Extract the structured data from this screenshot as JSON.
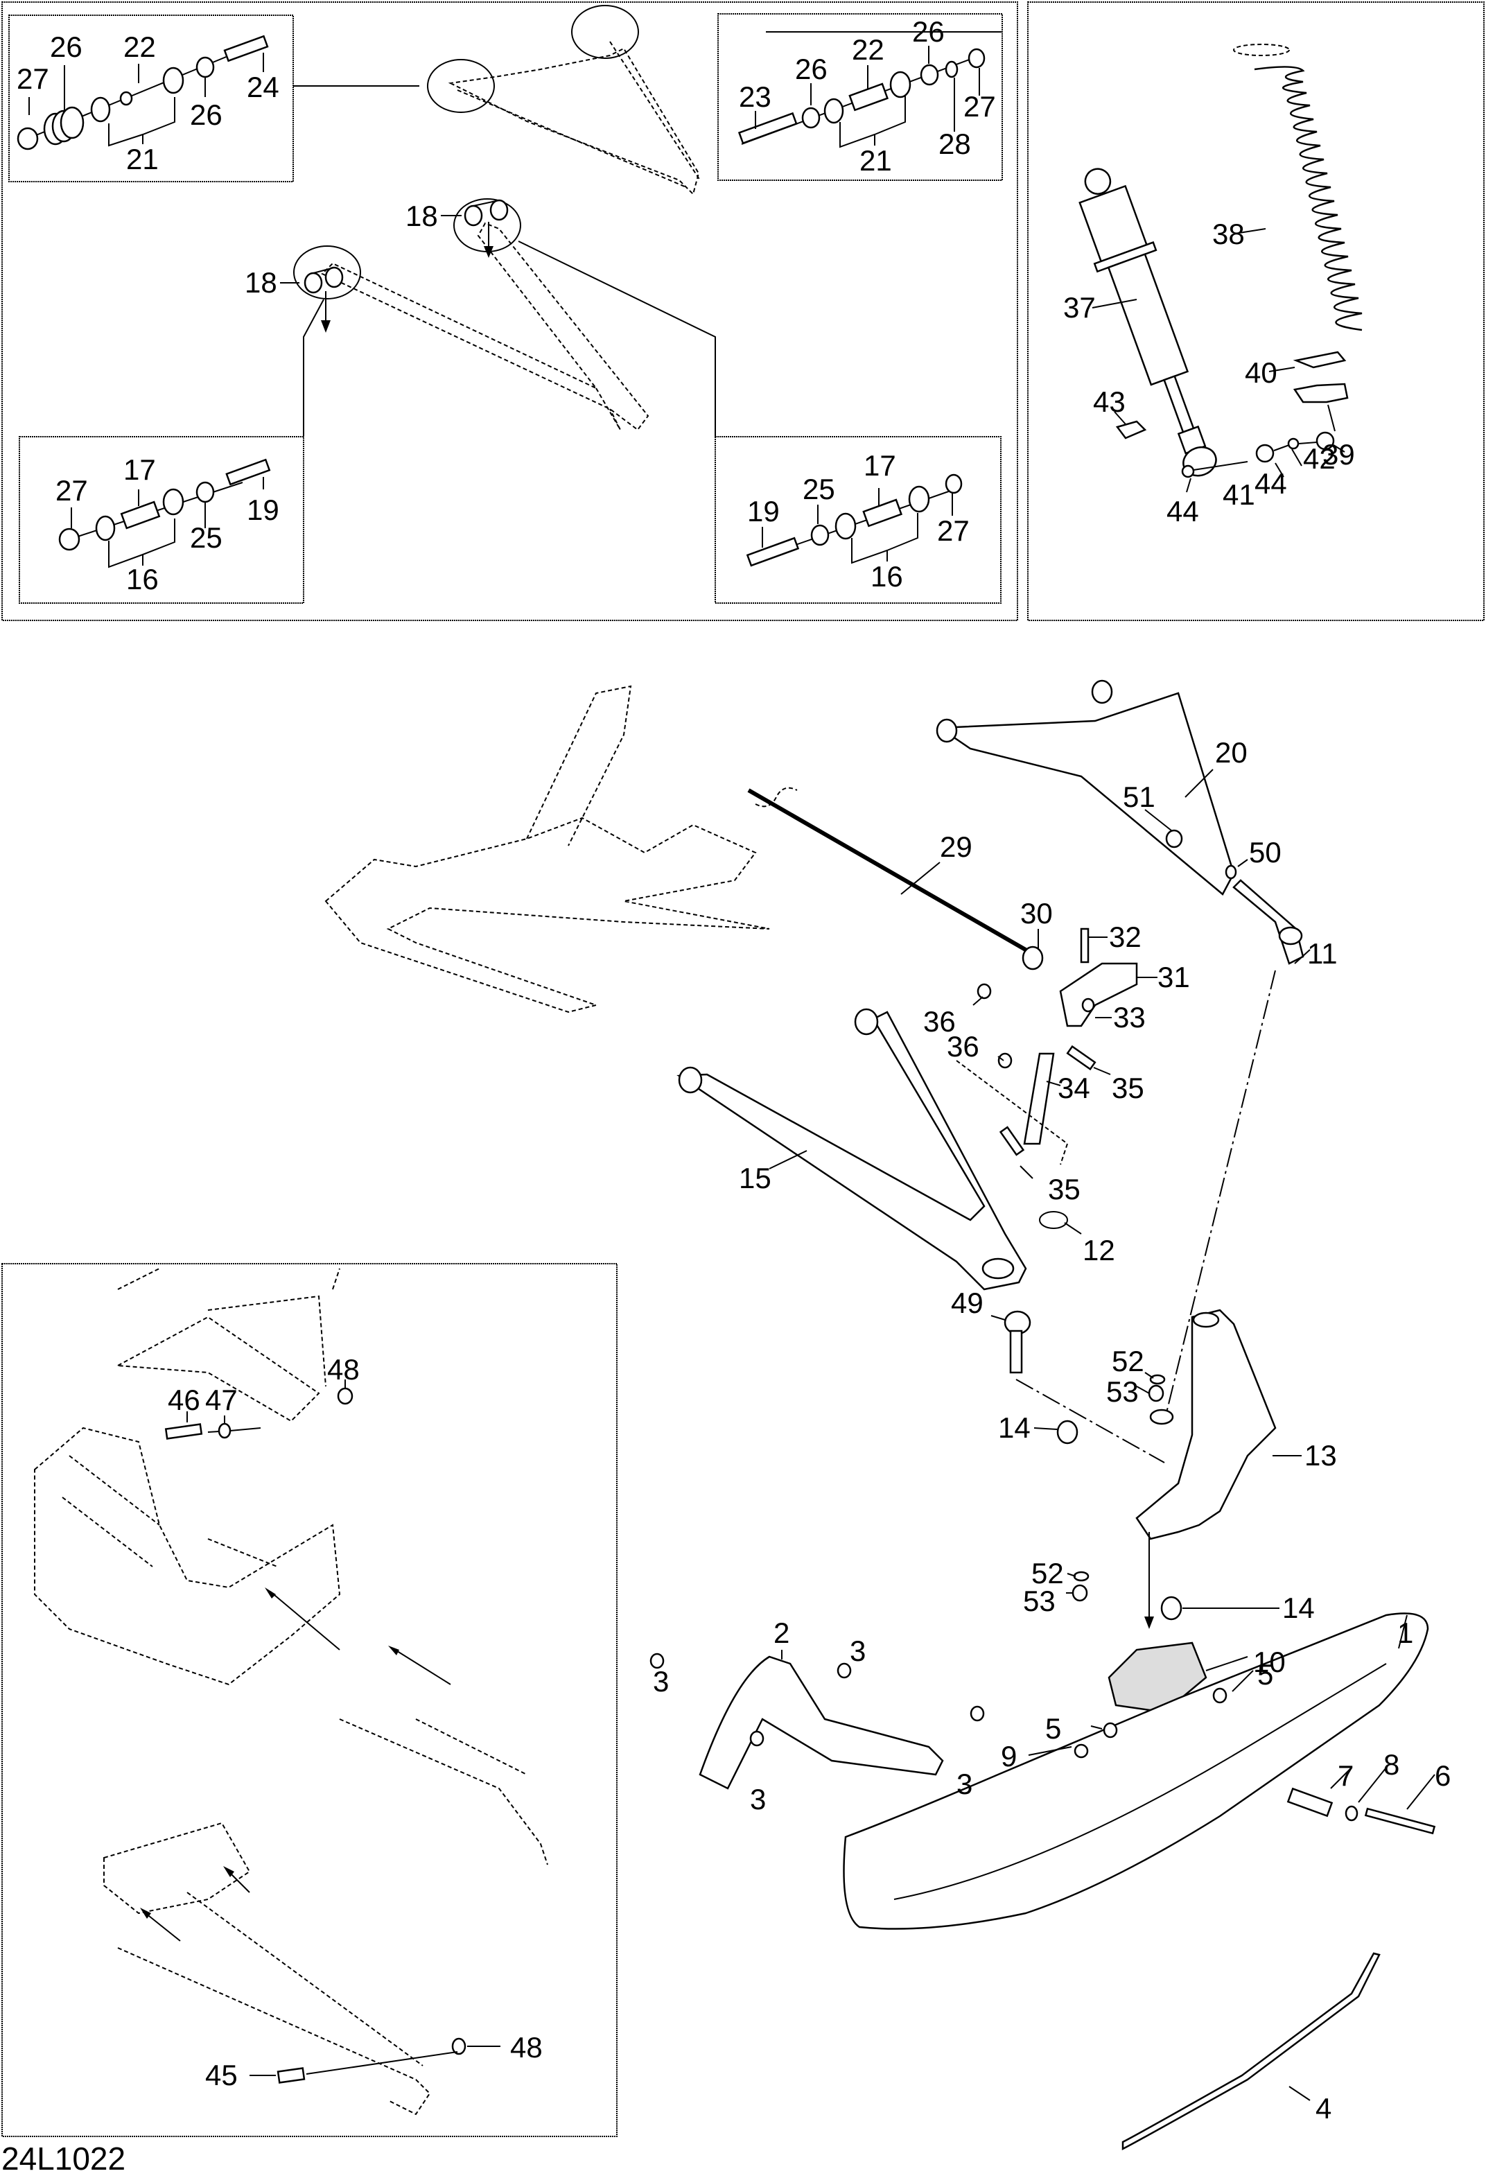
{
  "document": {
    "type": "exploded parts diagram",
    "subject": "Front suspension and ski assembly",
    "illustration_id": "24L1022"
  },
  "panels": {
    "top_left": {
      "description": "Upper A-arm with bushing detail insets",
      "insets": {
        "upper_left_bushing": {
          "callouts": [
            "27",
            "26",
            "22",
            "21",
            "26",
            "24"
          ]
        },
        "upper_right_bushing": {
          "callouts": [
            "23",
            "26",
            "22",
            "21",
            "26",
            "28",
            "27"
          ]
        },
        "lower_left_bushing": {
          "callouts": [
            "27",
            "17",
            "16",
            "25",
            "19"
          ]
        },
        "lower_right_bushing": {
          "callouts": [
            "19",
            "25",
            "17",
            "16",
            "27"
          ]
        }
      },
      "callouts": [
        "18",
        "18"
      ]
    },
    "top_right": {
      "description": "Shock absorber and spring",
      "callouts": [
        "37",
        "38",
        "40",
        "39",
        "43",
        "44",
        "41",
        "44",
        "42"
      ]
    },
    "main": {
      "description": "A-arms, sway bar, spindle and ski",
      "callouts": [
        "20",
        "51",
        "29",
        "30",
        "32",
        "31",
        "50",
        "11",
        "36",
        "33",
        "36",
        "34",
        "35",
        "15",
        "35",
        "12",
        "49",
        "52",
        "53",
        "13",
        "14",
        "52",
        "53",
        "14",
        "1",
        "10",
        "2",
        "3",
        "3",
        "3",
        "3",
        "5",
        "5",
        "9",
        "7",
        "8",
        "6",
        "4"
      ]
    },
    "bottom_left": {
      "description": "Frame mounting of A-arms",
      "callouts": [
        "48",
        "46",
        "47",
        "45",
        "48"
      ]
    }
  },
  "labels": {
    "c27a": "27",
    "c26a": "26",
    "c22a": "22",
    "c21a": "21",
    "c26b": "26",
    "c24": "24",
    "c23": "23",
    "c26c": "26",
    "c22b": "22",
    "c21b": "21",
    "c26d": "26",
    "c28": "28",
    "c27b": "27",
    "c18a": "18",
    "c18b": "18",
    "c27c": "27",
    "c17a": "17",
    "c16a": "16",
    "c25a": "25",
    "c19a": "19",
    "c19b": "19",
    "c25b": "25",
    "c17b": "17",
    "c16b": "16",
    "c27d": "27",
    "c37": "37",
    "c38": "38",
    "c40": "40",
    "c39": "39",
    "c43": "43",
    "c44a": "44",
    "c41": "41",
    "c44b": "44",
    "c42": "42",
    "c20": "20",
    "c51": "51",
    "c29": "29",
    "c30": "30",
    "c32": "32",
    "c31": "31",
    "c50": "50",
    "c11": "11",
    "c36a": "36",
    "c33": "33",
    "c36b": "36",
    "c34": "34",
    "c35a": "35",
    "c15": "15",
    "c35b": "35",
    "c12": "12",
    "c49": "49",
    "c52a": "52",
    "c53a": "53",
    "c13": "13",
    "c14a": "14",
    "c52b": "52",
    "c53b": "53",
    "c14b": "14",
    "c1": "1",
    "c10": "10",
    "c2": "2",
    "c3a": "3",
    "c3b": "3",
    "c3c": "3",
    "c3d": "3",
    "c5a": "5",
    "c5b": "5",
    "c9": "9",
    "c7": "7",
    "c8": "8",
    "c6": "6",
    "c4": "4",
    "c48a": "48",
    "c46": "46",
    "c47": "47",
    "c45": "45",
    "c48b": "48",
    "docid": "24L1022"
  }
}
